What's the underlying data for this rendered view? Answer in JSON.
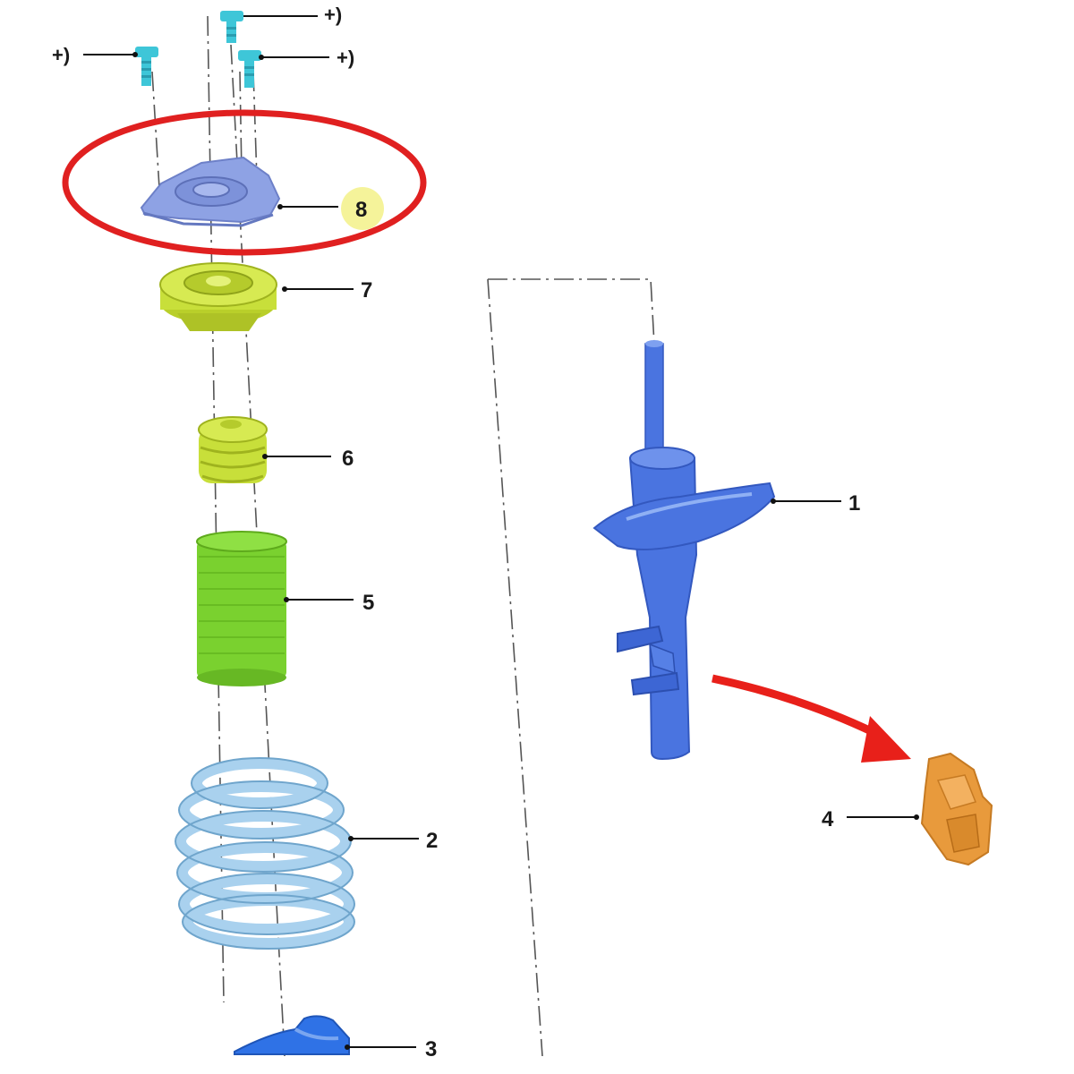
{
  "parts": [
    {
      "id": "1",
      "label": "1",
      "color": "#4a74e0"
    },
    {
      "id": "2",
      "label": "2",
      "color": "#a9d1ee"
    },
    {
      "id": "3",
      "label": "3",
      "color": "#2f72e6"
    },
    {
      "id": "4",
      "label": "4",
      "color": "#e89a3c"
    },
    {
      "id": "5",
      "label": "5",
      "color": "#7ad12f"
    },
    {
      "id": "6",
      "label": "6",
      "color": "#c8df3a"
    },
    {
      "id": "7",
      "label": "7",
      "color": "#c8df3a"
    },
    {
      "id": "8",
      "label": "8",
      "color": "#8ea2e4"
    }
  ],
  "bolt_marks": {
    "left": "+)",
    "right": "+)",
    "top": "+)"
  },
  "highlight": {
    "part": "8",
    "ellipse_color": "#e02020",
    "marker_color": "#f5f39a"
  },
  "arrow": {
    "from_part": "1",
    "to_part": "4",
    "color": "#e8201a"
  },
  "colors": {
    "bolt": "#3ec6d8",
    "leader": "#111111"
  }
}
